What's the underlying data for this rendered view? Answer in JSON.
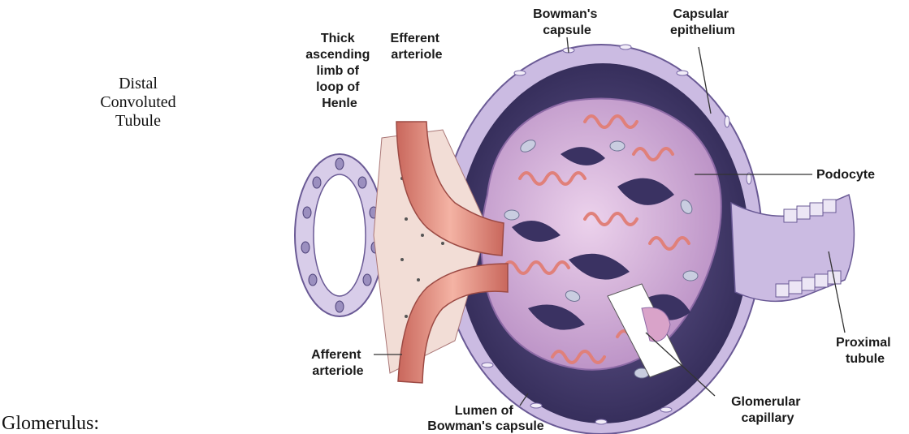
{
  "side_note": "Distal\nConvoluted\nTubule",
  "bottom_note": "Glomerulus:",
  "diagram": {
    "labels": {
      "thick_limb": [
        "Thick",
        "ascending",
        "limb of",
        "loop of",
        "Henle"
      ],
      "efferent": [
        "Efferent",
        "arteriole"
      ],
      "bowmans_capsule": [
        "Bowman's",
        "capsule"
      ],
      "capsular_epithelium": [
        "Capsular",
        "epithelium"
      ],
      "podocyte": [
        "Podocyte"
      ],
      "proximal_tubule": [
        "Proximal",
        "tubule"
      ],
      "glomerular_capillary": [
        "Glomerular",
        "capillary"
      ],
      "lumen": [
        "Lumen of",
        "Bowman's capsule"
      ],
      "afferent": [
        "Afferent",
        "arteriole"
      ]
    },
    "colors": {
      "capsule_outer": "#cbbbe2",
      "capsule_dark": "#4a4270",
      "podocyte": "#d9b6dc",
      "capillary": "#e0807a",
      "arteriole": "#eda190",
      "tubule_cells": "#e9e3f3"
    }
  }
}
